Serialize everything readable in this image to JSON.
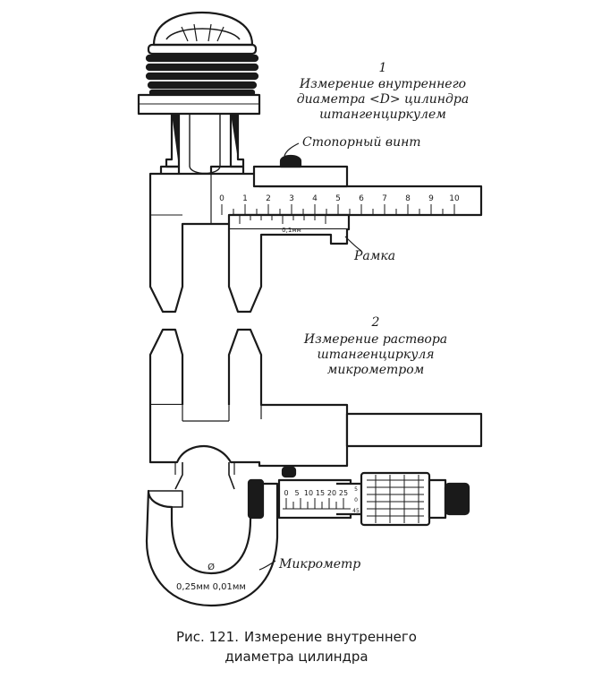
{
  "diagram": {
    "label_1": {
      "number": "1",
      "lines": [
        "Измерение внутреннего",
        "диаметра <D> цилиндра",
        "штангенциркулем"
      ]
    },
    "label_2": {
      "number": "2",
      "lines": [
        "Измерение раствора",
        "штангенциркуля",
        "микрометром"
      ]
    },
    "stopper_screw": "Стопорный винт",
    "frame": "Рамка",
    "micrometer": "Микрометр",
    "vernier_precision": "0,1мм",
    "micrometer_precision": "0,25мм 0,01мм",
    "micrometer_mark": "Ø",
    "caliper_scale_ticks": [
      "0",
      "1",
      "2",
      "3",
      "4",
      "5",
      "6",
      "7",
      "8",
      "9",
      "10"
    ],
    "micrometer_scale_ticks": [
      "0",
      "5",
      "10",
      "15",
      "20",
      "25"
    ],
    "thimble_marks": [
      "5",
      "0",
      "45"
    ]
  },
  "caption": {
    "prefix": "Рис. 121.",
    "line1": "Измерение внутреннего",
    "line2": "диаметра цилиндра"
  }
}
